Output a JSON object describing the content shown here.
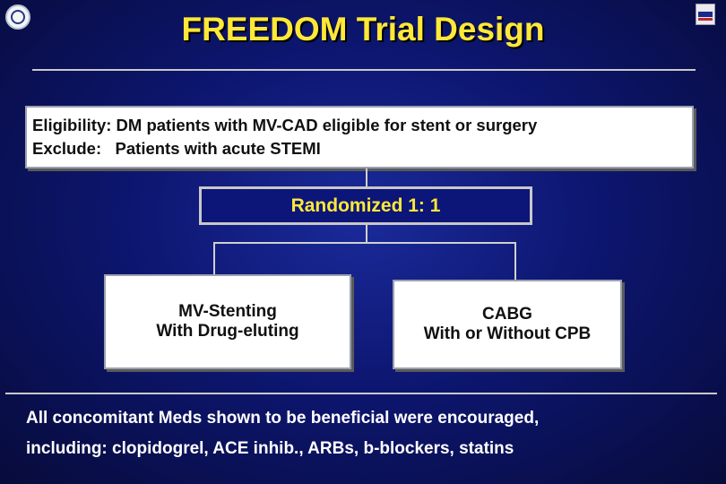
{
  "title": "FREEDOM Trial Design",
  "eligibility": {
    "line1": "Eligibility: DM patients with MV-CAD eligible for stent or surgery",
    "line2": "Exclude:   Patients with acute STEMI"
  },
  "randomization": "Randomized 1: 1",
  "arms": [
    {
      "line1": "MV-Stenting",
      "line2": "With Drug-eluting"
    },
    {
      "line1": "CABG",
      "line2": "With or Without CPB"
    }
  ],
  "medications": {
    "line1": "All concomitant Meds shown to be beneficial were encouraged,",
    "line2": "including: clopidogrel, ACE inhib., ARBs, b-blockers, statins"
  },
  "logos": {
    "left": "society-seal-logo",
    "right": "heart-logo"
  }
}
